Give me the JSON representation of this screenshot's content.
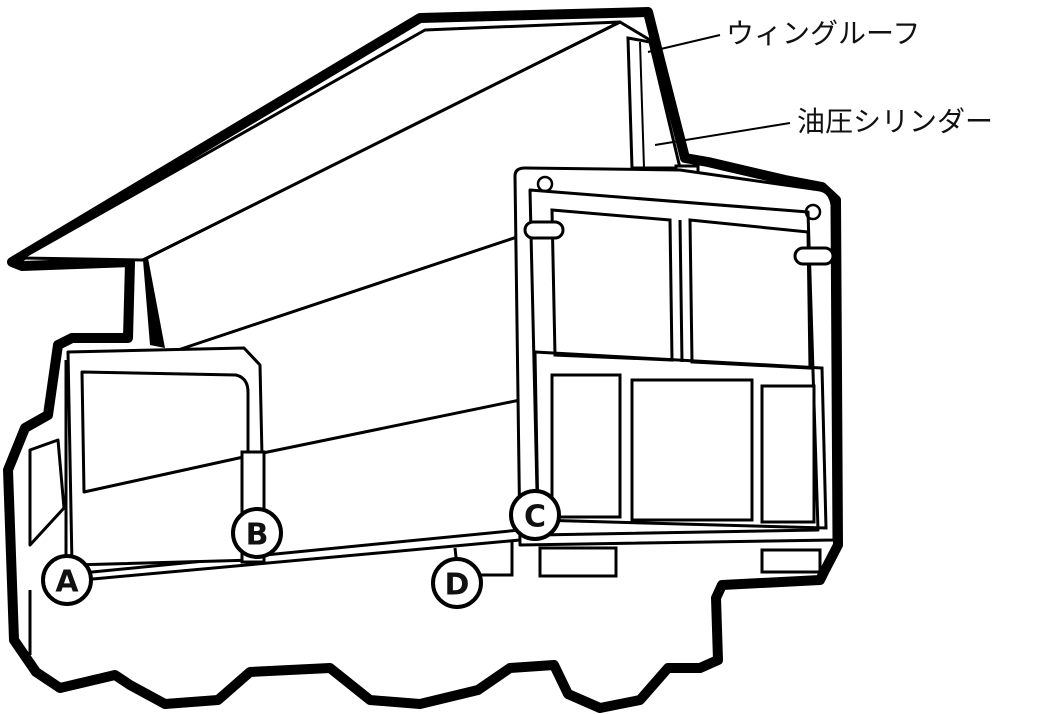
{
  "labels": {
    "wing_roof": "ウィングルーフ",
    "hydraulic_cylinder": "油圧シリンダー"
  },
  "markers": {
    "a": "A",
    "b": "B",
    "c": "C",
    "d": "D"
  }
}
